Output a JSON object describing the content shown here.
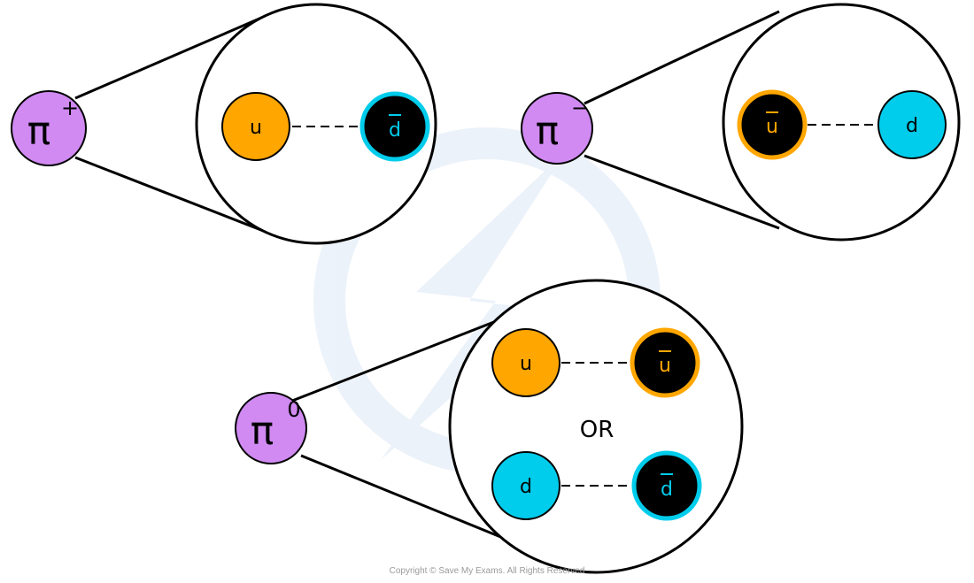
{
  "colors": {
    "pion": "#d08af2",
    "up": "#ffa600",
    "down": "#00cceb",
    "antiquark_fill": "#000000",
    "line": "#000000",
    "watermark": "#dde9f6"
  },
  "icons": {
    "watermark": "save-my-exams-logo"
  },
  "pions": {
    "plus": {
      "symbol": "π",
      "charge": "+"
    },
    "minus": {
      "symbol": "π",
      "charge": "−"
    },
    "zero": {
      "symbol": "π",
      "charge": "0"
    }
  },
  "quarks": {
    "plus_q1": "u",
    "plus_q2": "d",
    "minus_q1": "u",
    "minus_q2": "d",
    "zero_top_q1": "u",
    "zero_top_q2": "u",
    "zero_bottom_q1": "d",
    "zero_bottom_q2": "d"
  },
  "or_label": "OR",
  "copyright": "Copyright © Save My Exams. All Rights Reserved"
}
